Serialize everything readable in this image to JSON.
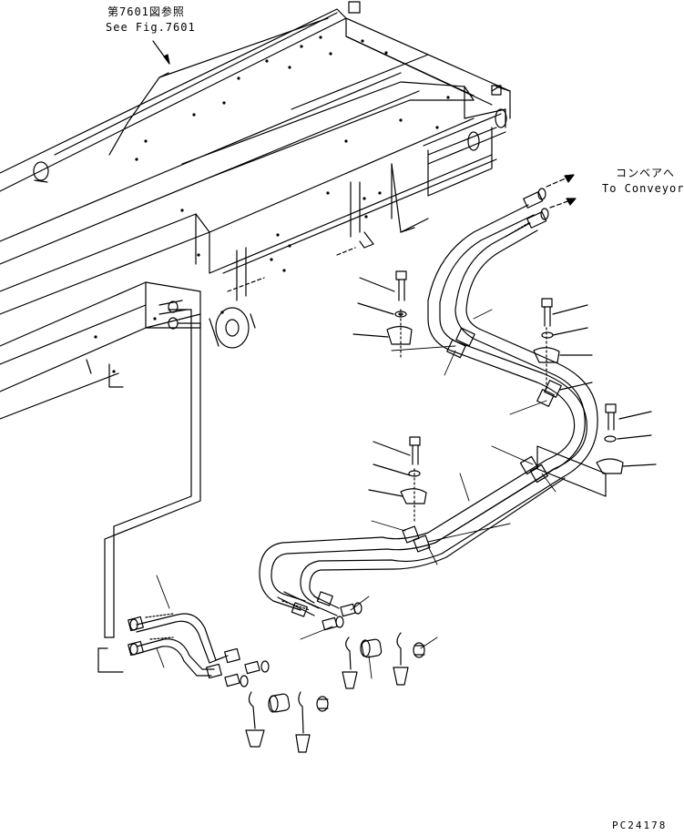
{
  "ref_label": {
    "jp": "第7601図参照",
    "en": "See Fig.7601"
  },
  "conveyor_label": {
    "jp": "コンベアへ",
    "en": "To Conveyor"
  },
  "drawing_code": "PC24178"
}
